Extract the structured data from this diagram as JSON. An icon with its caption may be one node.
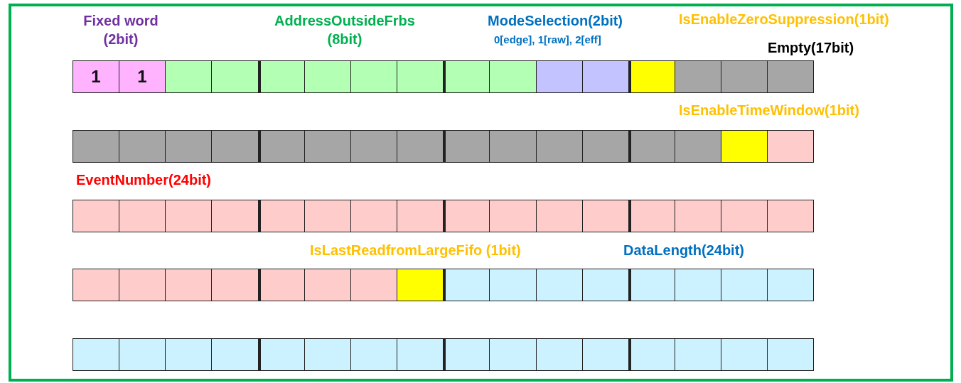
{
  "diagram": {
    "nodes": [
      {
        "text": [
          "1"
        ]
      },
      {
        "text": [
          "1"
        ]
      },
      {
        "text": [],
        "shape": "box"
      },
      {
        "text": [],
        "shape": "box"
      },
      {
        "text": [],
        "shape": "box"
      },
      {
        "text": [],
        "shape": "box"
      },
      {
        "text": [],
        "shape": "box"
      },
      {
        "text": [],
        "shape": "box"
      },
      {
        "text": [],
        "shape": "box"
      },
      {
        "text": [],
        "shape": "box"
      },
      {
        "text": [],
        "shape": "box"
      },
      {
        "text": [],
        "shape": "box"
      },
      {
        "text": [],
        "shape": "box"
      },
      {
        "text": [],
        "shape": "box"
      },
      {
        "text": [],
        "shape": "box"
      },
      {
        "text": [],
        "shape": "box"
      },
      {
        "text": [],
        "shape": "box"
      },
      {
        "text": [],
        "shape": "box"
      },
      {
        "text": [],
        "shape": "box"
      },
      {
        "text": [],
        "shape": "box"
      },
      {
        "text": [],
        "shape": "box"
      },
      {
        "text": [],
        "shape": "box"
      },
      {
        "text": [],
        "shape": "box"
      },
      {
        "text": [],
        "shape": "box"
      },
      {
        "text": [],
        "shape": "box"
      },
      {
        "text": [],
        "shape": "box"
      },
      {
        "text": [],
        "shape": "box"
      },
      {
        "text": [],
        "shape": "box"
      },
      {
        "text": [],
        "shape": "box"
      },
      {
        "text": [],
        "shape": "box"
      },
      {
        "text": [],
        "shape": "box"
      },
      {
        "text": [],
        "shape": "box"
      },
      {
        "text": [],
        "shape": "box"
      },
      {
        "text": [],
        "shape": "box"
      },
      {
        "text": [],
        "shape": "box"
      },
      {
        "text": [],
        "shape": "box"
      },
      {
        "text": [],
        "shape": "box"
      },
      {
        "text": [],
        "shape": "box"
      },
      {
        "text": [],
        "shape": "box"
      },
      {
        "text": [],
        "shape": "box"
      },
      {
        "text": [],
        "shape": "box"
      },
      {
        "text": [],
        "shape": "box"
      },
      {
        "text": [],
        "shape": "box"
      },
      {
        "text": [],
        "shape": "box"
      },
      {
        "text": [],
        "shape": "box"
      },
      {
        "text": [],
        "shape": "box"
      },
      {
        "text": [],
        "shape": "box"
      },
      {
        "text": [],
        "shape": "box"
      },
      {
        "text": [],
        "shape": "box"
      },
      {
        "text": [],
        "shape": "box"
      },
      {
        "text": [],
        "shape": "box"
      },
      {
        "text": [],
        "shape": "box"
      },
      {
        "text": [],
        "shape": "box"
      },
      {
        "text": [],
        "shape": "box"
      },
      {
        "text": [],
        "shape": "box"
      },
      {
        "text": [],
        "shape": "box"
      },
      {
        "text": [],
        "shape": "box"
      },
      {
        "text": [],
        "shape": "box"
      },
      {
        "text": [],
        "shape": "box"
      },
      {
        "text": [],
        "shape": "box"
      },
      {
        "text": [],
        "shape": "box"
      },
      {
        "text": [],
        "shape": "box"
      },
      {
        "text": [],
        "shape": "box"
      },
      {
        "text": [],
        "shape": "box"
      },
      {
        "text": [],
        "shape": "box"
      },
      {
        "text": [],
        "shape": "box"
      },
      {
        "text": [],
        "shape": "box"
      },
      {
        "text": [],
        "shape": "box"
      },
      {
        "text": [],
        "shape": "box"
      },
      {
        "text": [],
        "shape": "box"
      },
      {
        "text": [],
        "shape": "box"
      },
      {
        "text": [],
        "shape": "box"
      },
      {
        "text": [],
        "shape": "box"
      },
      {
        "text": [],
        "shape": "box"
      },
      {
        "text": [],
        "shape": "box"
      },
      {
        "text": [],
        "shape": "box"
      },
      {
        "text": [],
        "shape": "box"
      },
      {
        "text": [],
        "shape": "box"
      },
      {
        "text": [],
        "shape": "box"
      },
      {
        "text": [],
        "shape": "box"
      }
    ],
    "labels": [
      "Fixed word (2bit)",
      "AddressOutsideFrbs (8bit)",
      "ModeSelection(2bit)",
      "IsEnableZeroSuppression(1bit)",
      "0[edge], 1[raw], 2[eff]",
      "Empty(17bit)",
      "IsEnableTimeWindow(1bit)",
      "EventNumber(24bit)",
      "IsLastReadfromLargeFifo (1bit)",
      "DataLength(24bit)"
    ]
  }
}
